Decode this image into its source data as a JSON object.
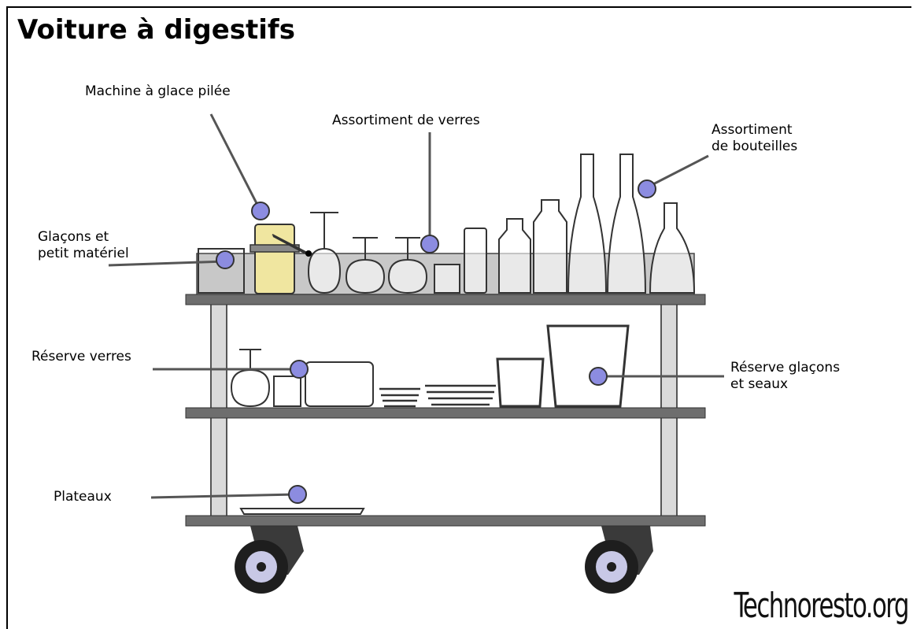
{
  "title": "Voiture à digestifs",
  "brand": "Technoresto.org",
  "labels": {
    "machine_glace": "Machine à glace pilée",
    "assortiment_verres": "Assortiment de verres",
    "assortiment_bouteilles": [
      "Assortiment",
      "de bouteilles"
    ],
    "glacons": [
      "Glaçons et",
      "petit matériel"
    ],
    "reserve_verres": "Réserve verres",
    "reserve_glacons": [
      "Réserve glaçons",
      "et seaux"
    ],
    "plateaux": "Plateaux"
  },
  "colors": {
    "marker": "#8c8ce0",
    "shelf": "#6e6e6e",
    "post": "#dadada",
    "tray_fill": "#c8c8c8",
    "ice_machine": "#f0e6a0",
    "wheel": "#c8c8e6"
  }
}
